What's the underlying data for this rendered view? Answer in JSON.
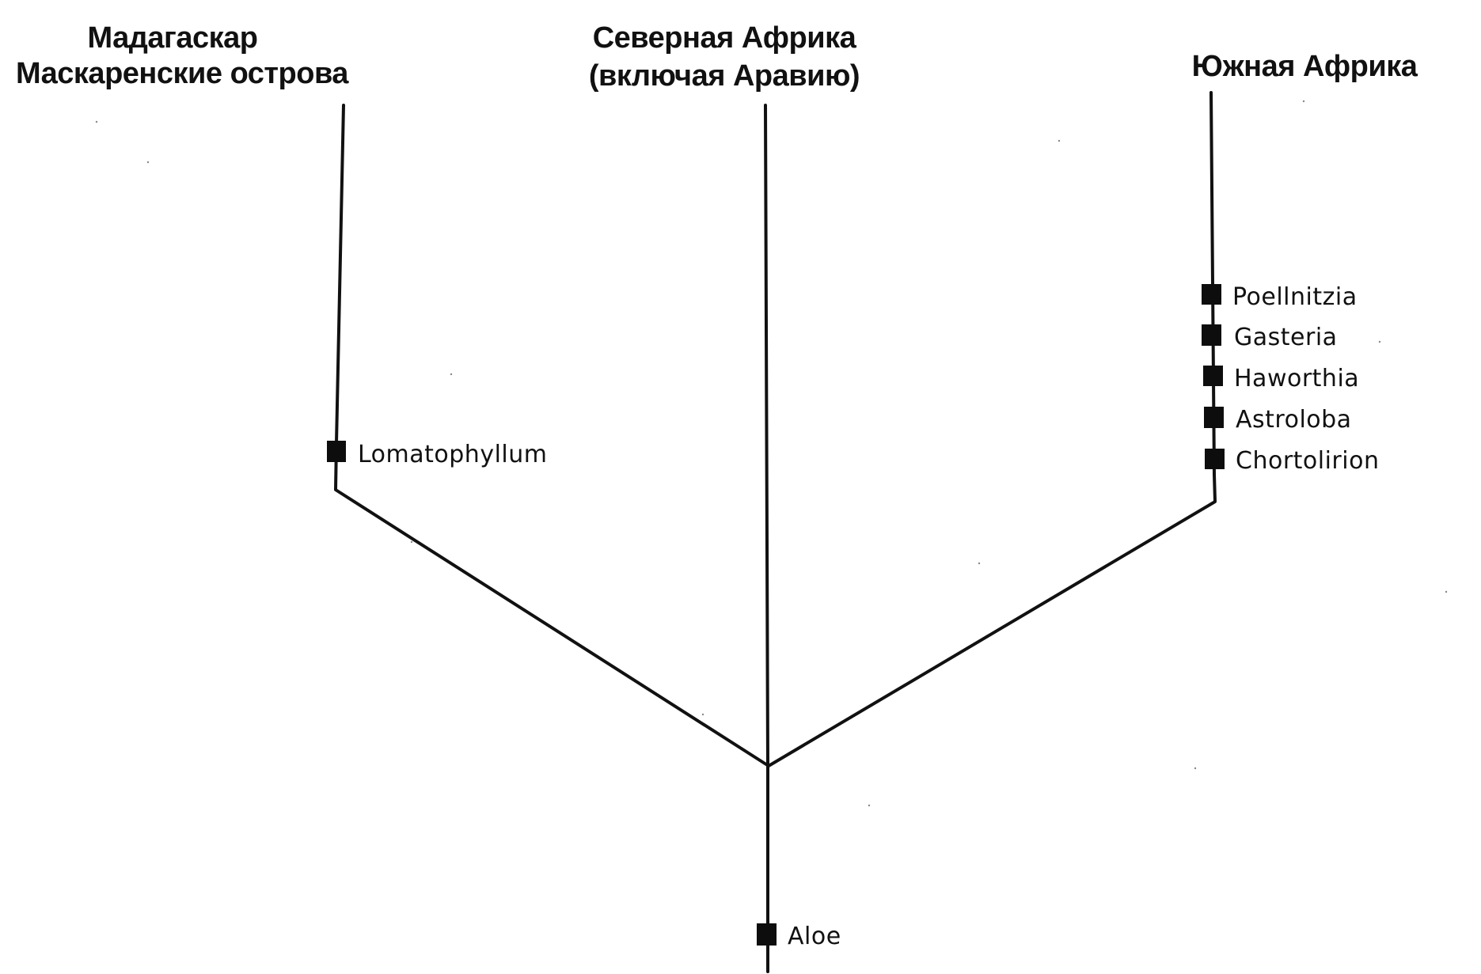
{
  "regions": {
    "madagascar": {
      "line1": "Мадагаскар",
      "line2": "Маскаренские острова"
    },
    "north_africa": {
      "line1": "Северная Африка",
      "line2": "(включая Аравию)"
    },
    "south_africa": {
      "line1": "Южная Африка"
    }
  },
  "genera": {
    "madagascar": [
      "Lomatophyllum"
    ],
    "south_africa": [
      "Poellnitzia",
      "Gasteria",
      "Haworthia",
      "Astroloba",
      "Chortolirion"
    ],
    "root": [
      "Aloe"
    ]
  },
  "colors": {
    "line": "#111111",
    "marker": "#0d0d0d",
    "background": "#ffffff"
  }
}
